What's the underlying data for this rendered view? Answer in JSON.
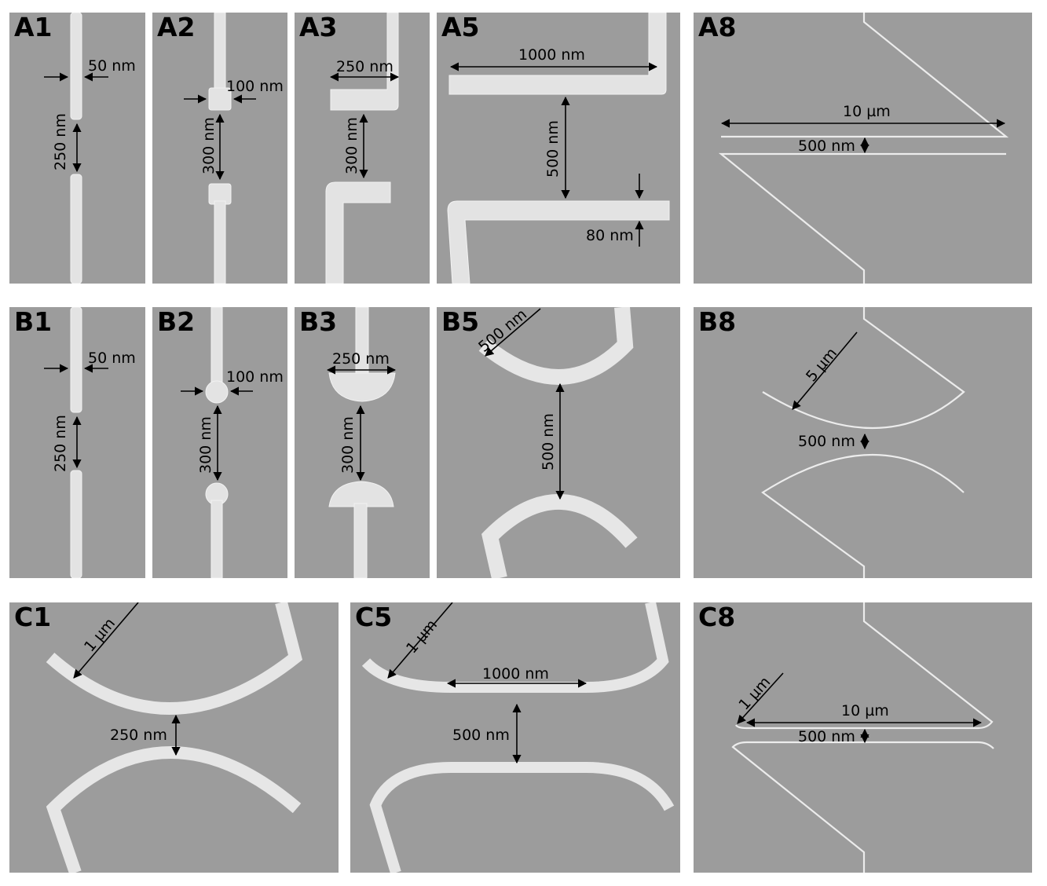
{
  "panels": {
    "A1": {
      "label": "A1",
      "width": "50 nm",
      "gap": "250 nm"
    },
    "A2": {
      "label": "A2",
      "width": "100 nm",
      "gap": "300 nm"
    },
    "A3": {
      "label": "A3",
      "width": "250 nm",
      "gap": "300 nm"
    },
    "A5": {
      "label": "A5",
      "length": "1000 nm",
      "gap": "500 nm",
      "thickness": "80 nm"
    },
    "A8": {
      "label": "A8",
      "length": "10 µm",
      "gap": "500 nm"
    },
    "B1": {
      "label": "B1",
      "width": "50 nm",
      "gap": "250 nm"
    },
    "B2": {
      "label": "B2",
      "width": "100 nm",
      "gap": "300 nm"
    },
    "B3": {
      "label": "B3",
      "width": "250 nm",
      "gap": "300 nm"
    },
    "B5": {
      "label": "B5",
      "radius": "500 nm",
      "gap": "500 nm"
    },
    "B8": {
      "label": "B8",
      "radius": "5 µm",
      "gap": "500 nm"
    },
    "C1": {
      "label": "C1",
      "radius": "1 µm",
      "gap": "250 nm"
    },
    "C5": {
      "label": "C5",
      "radius": "1 µm",
      "length": "1000 nm",
      "gap": "500 nm"
    },
    "C8": {
      "label": "C8",
      "radius": "1 µm",
      "length": "10 µm",
      "gap": "500 nm"
    }
  }
}
